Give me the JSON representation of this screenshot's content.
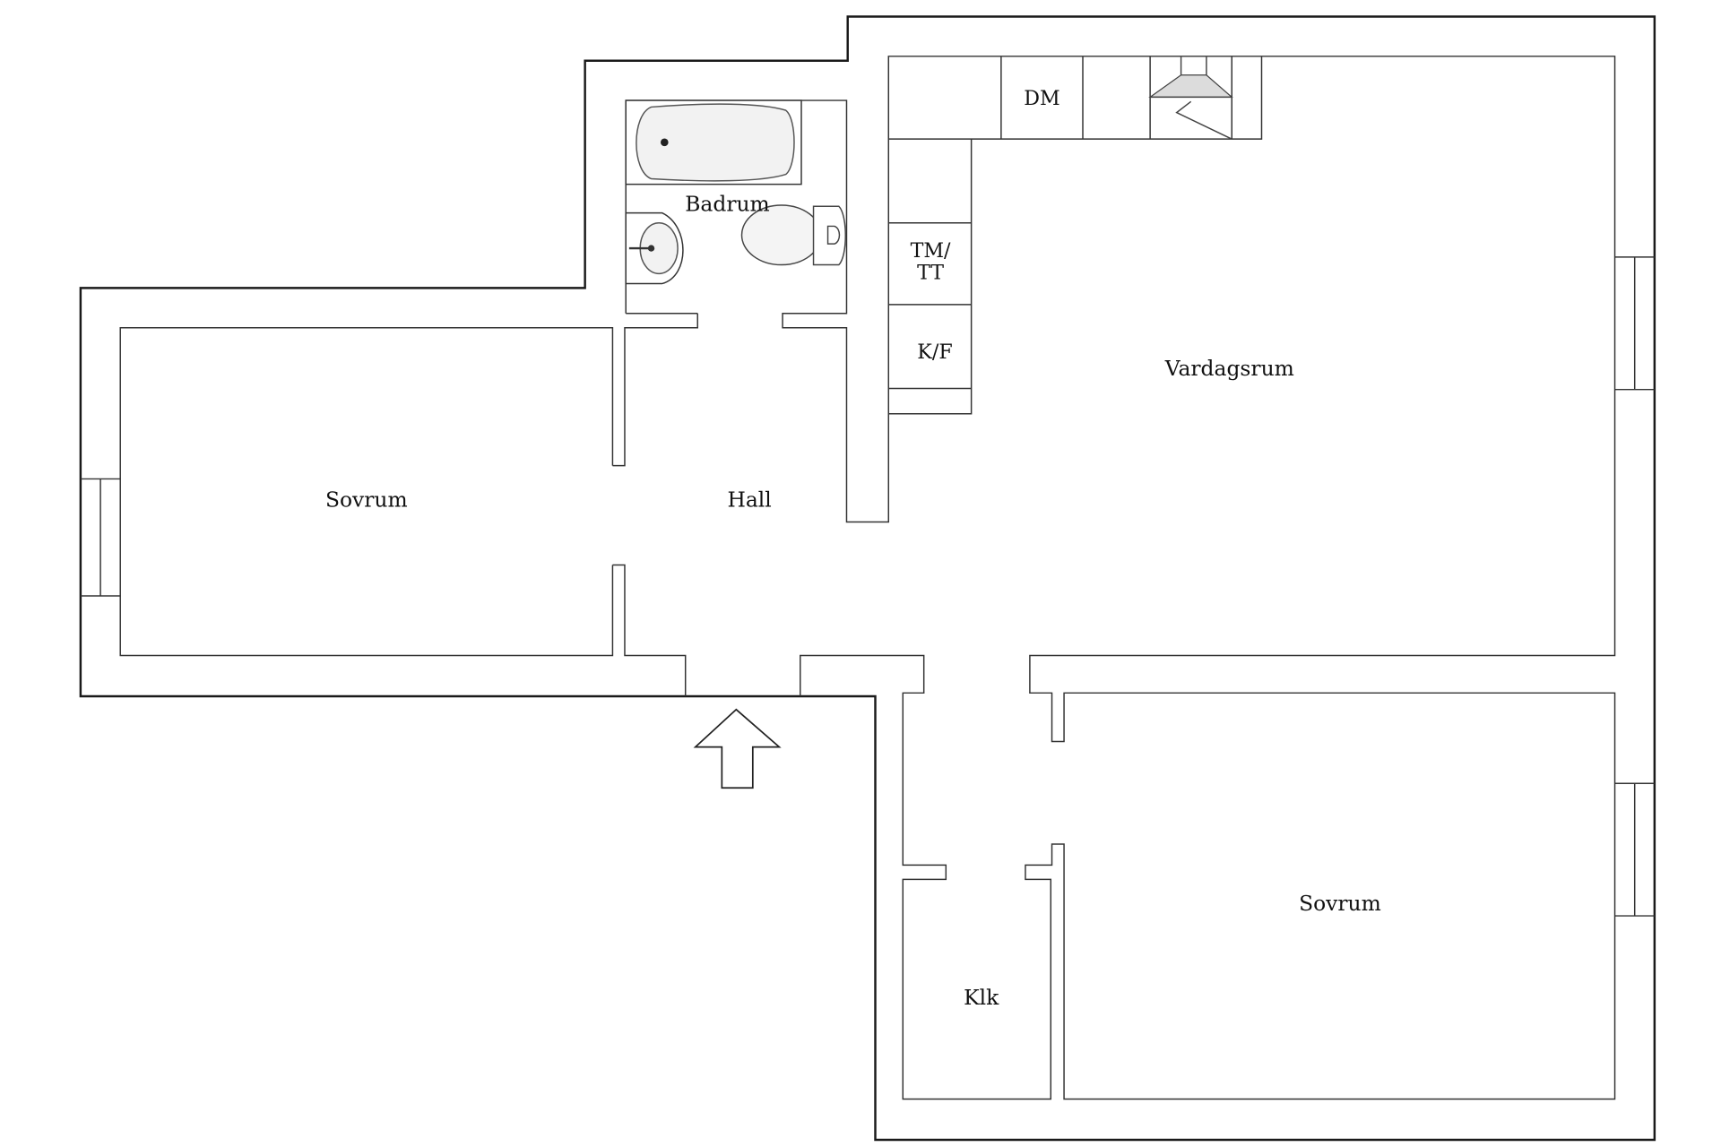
{
  "plan": {
    "rooms": {
      "sovrum_left": "Sovrum",
      "hall": "Hall",
      "badrum": "Badrum",
      "vardagsrum": "Vardagsrum",
      "sovrum_right": "Sovrum",
      "klk": "Klk"
    },
    "fixtures": {
      "dm": "DM",
      "tm_line1": "TM/",
      "tm_line2": "TT",
      "kf": "K/F"
    },
    "icons": {
      "entrance": "entrance-arrow-icon",
      "bathtub": "bathtub-icon",
      "sink": "sink-icon",
      "toilet": "toilet-icon",
      "stove": "stove-hood-icon"
    },
    "colors": {
      "wall": "#1a1a1a",
      "background": "#ffffff"
    }
  }
}
